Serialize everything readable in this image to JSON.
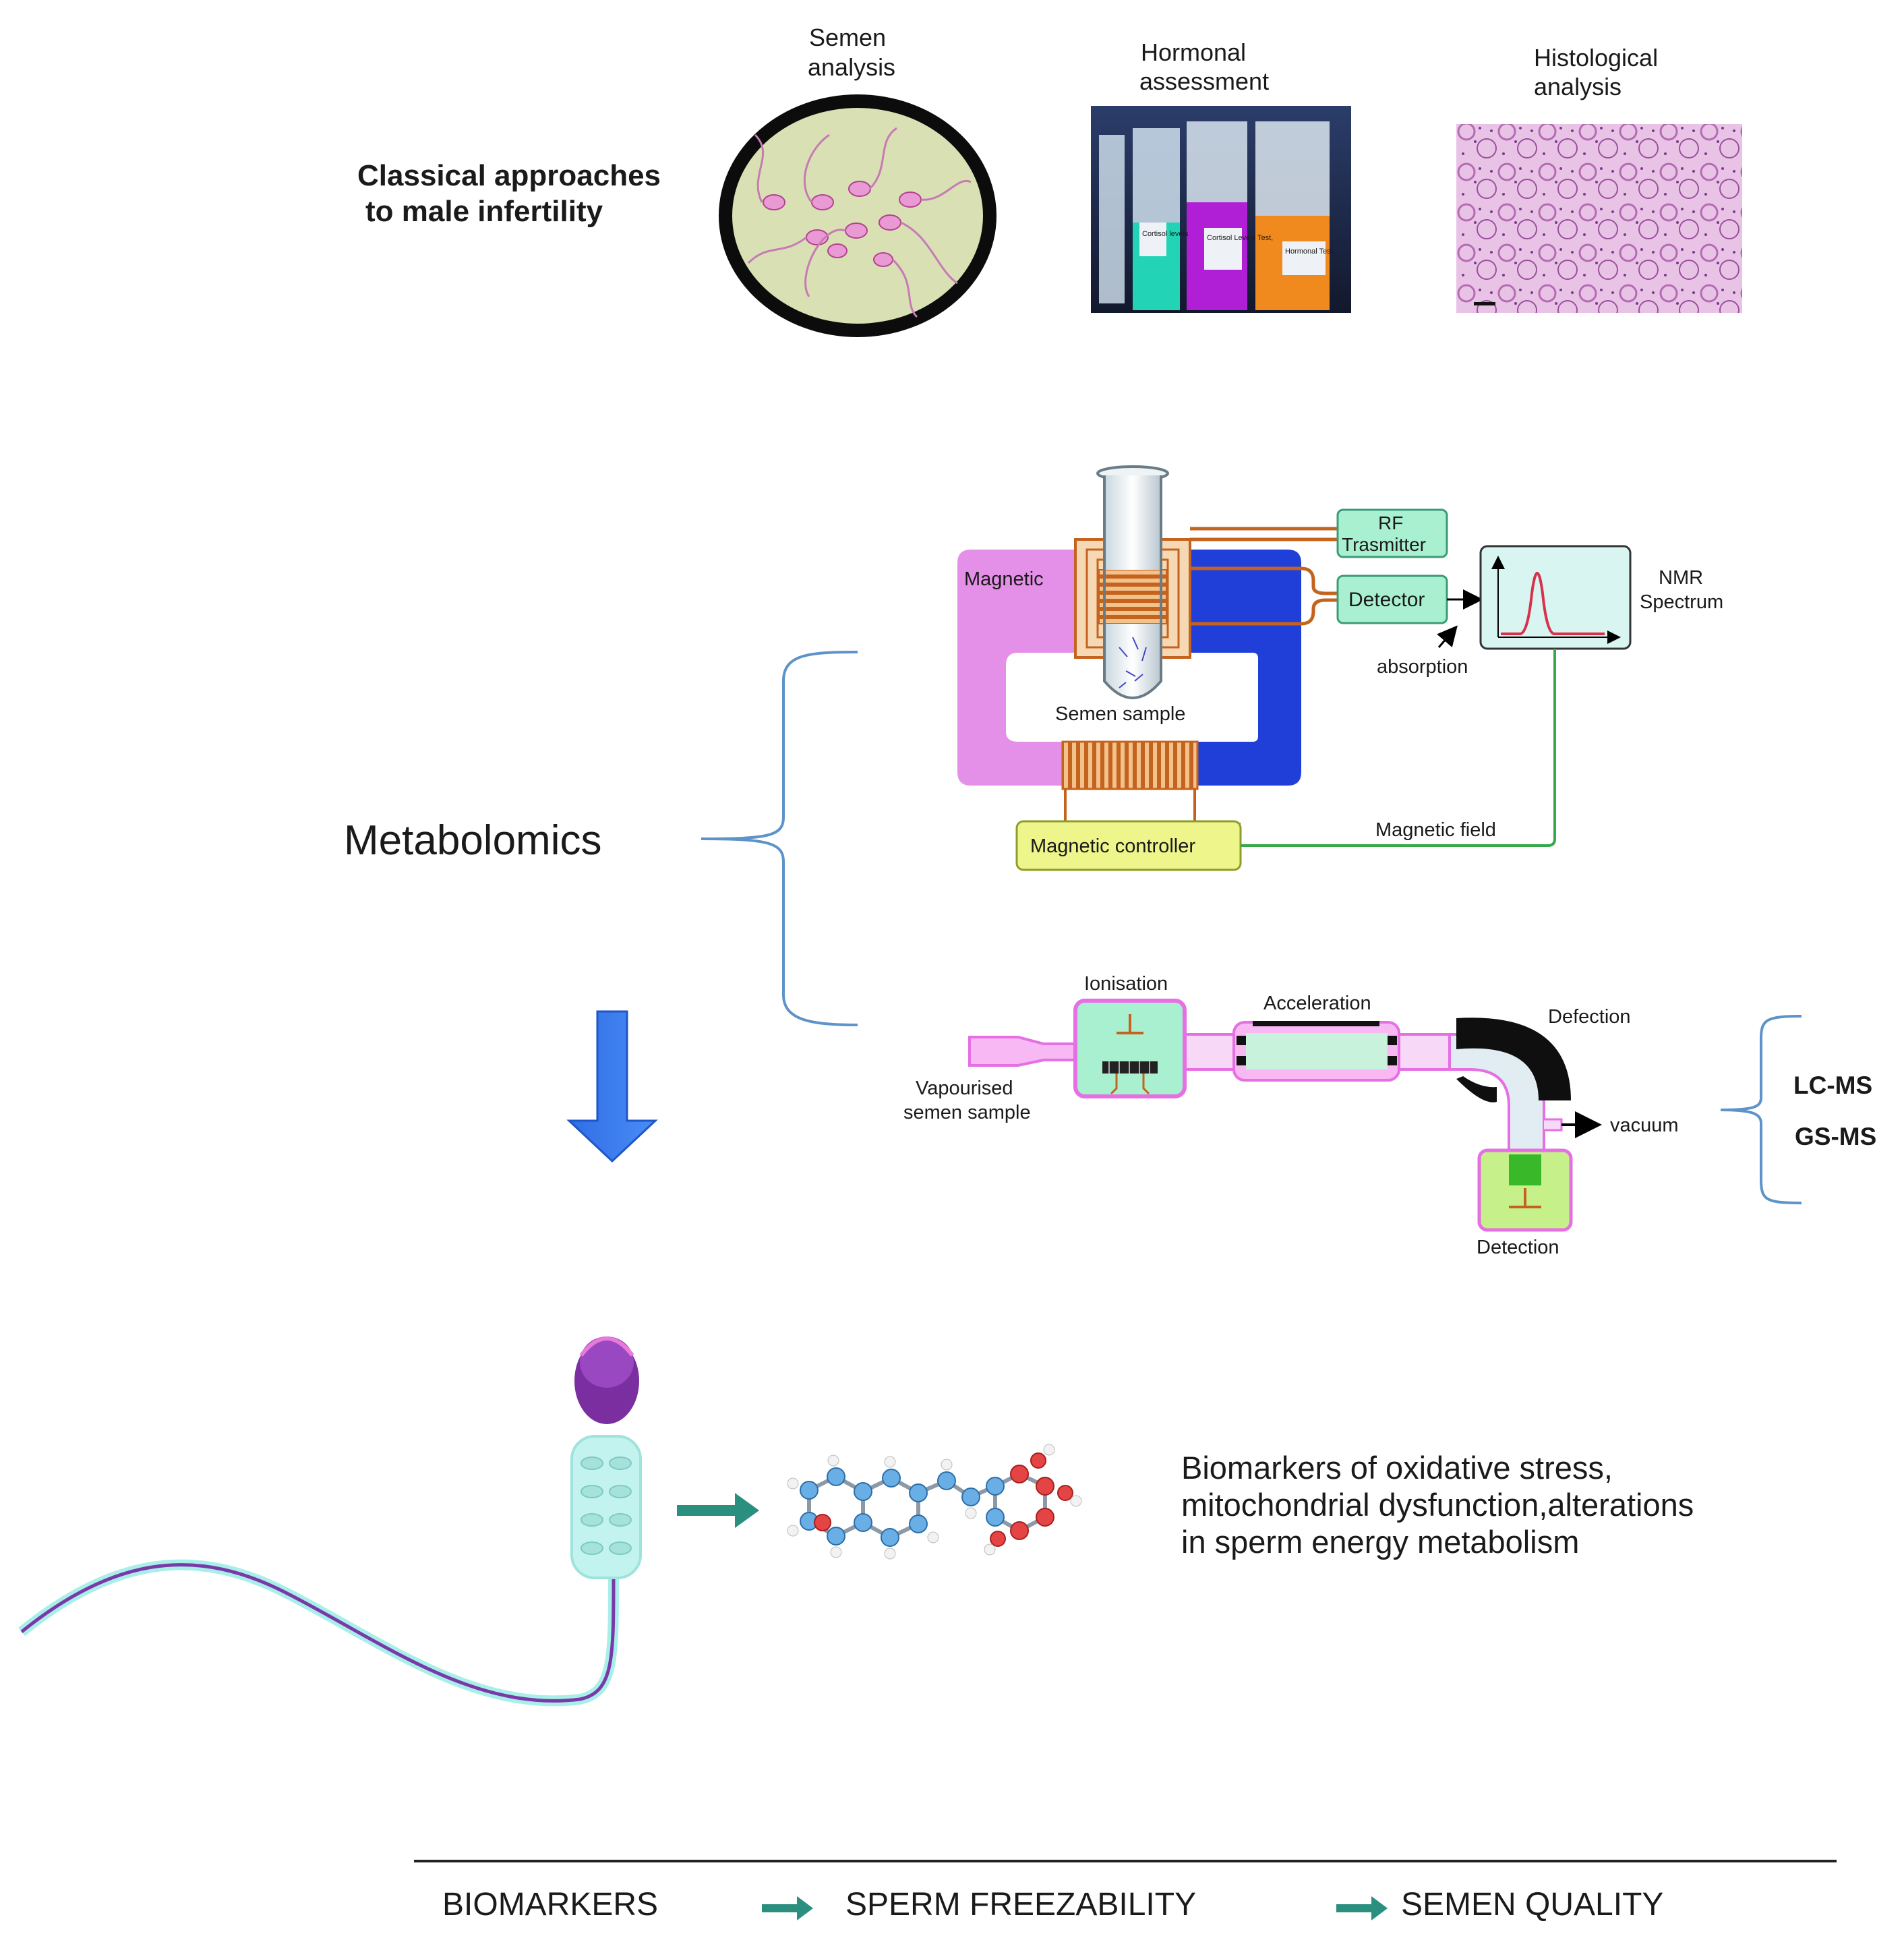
{
  "classical": {
    "heading_line1": "Classical approaches",
    "heading_line2": "to male infertility",
    "semen_label_1": "Semen",
    "semen_label_2": "analysis",
    "hormonal_label_1": "Hormonal",
    "hormonal_label_2": "assessment",
    "histo_label_1": "Histological",
    "histo_label_2": "analysis",
    "tube_label_1": "Cortisol levels",
    "tube_label_2": "Cortisol Levels Test,",
    "tube_label_3": "Hormonal Test,"
  },
  "metabolomics": {
    "label": "Metabolomics"
  },
  "nmr": {
    "rf_1": "RF",
    "rf_2": "Trasmitter",
    "detector": "Detector",
    "nmr_1": "NMR",
    "nmr_2": "Spectrum",
    "absorption": "absorption",
    "magnetic": "Magnetic",
    "semen_sample": "Semen sample",
    "controller": "Magnetic controller",
    "field": "Magnetic field"
  },
  "ms": {
    "ionisation": "Ionisation",
    "acceleration": "Acceleration",
    "deflection": "Defection",
    "vapour_1": "Vapourised",
    "vapour_2": "semen sample",
    "vacuum": "vacuum",
    "detection": "Detection",
    "lcms": "LC-MS",
    "gsms": "GS-MS"
  },
  "biomarkers_text": {
    "line1": "Biomarkers of oxidative stress,",
    "line2": "mitochondrial dysfunction,alterations",
    "line3": "in sperm energy metabolism"
  },
  "footer": {
    "item1": "BIOMARKERS",
    "item2": "SPERM FREEZABILITY",
    "item3": "SEMEN QUALITY"
  },
  "colors": {
    "magnet_pink": "#e48fe8",
    "magnet_blue": "#1f3fd8",
    "box_green": "#a9f0d1",
    "controller_yellow": "#eef58a",
    "arrow_blue": "#3a7bef",
    "teal_arrow": "#2a8f7e",
    "ms_pink": "#f07ff0"
  }
}
